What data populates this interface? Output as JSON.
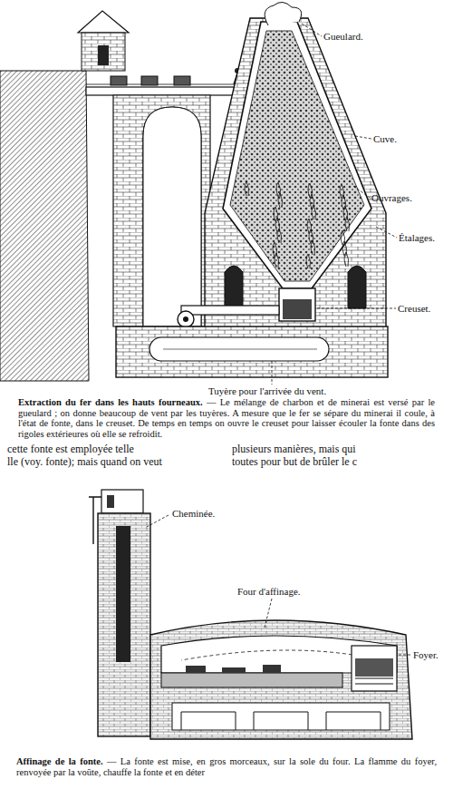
{
  "diagram": {
    "labels": [
      "Gueulard.",
      "Cuve.",
      "Ouvrages.",
      "Étalages.",
      "Creuset.",
      "Tuyère pour l'arrivée du vent.",
      "Extraction du fer dans les hauts fourneaux.",
      "— Le mélange de charbon et de minerai est versé par le gueulard ; on donne beaucoup de vent par les tuyères. A mesure que le fer se sépare du minerai il coule, à l'état de fonte, dans le creuset. De temps en temps on ouvre le creuset pour laisser écouler la fonte dans des rigoles extérieures où elle se refroidit.",
      "cette fonte est employée telle",
      "lle (voy. fonte); mais quand on veut",
      "plusieurs manières, mais qui",
      "toutes pour but de brûler le c",
      "Cheminée.",
      "Four d'affinage.",
      "Foyer.",
      "Affinage de la fonte.",
      "— La fonte est mise, en gros morceaux, sur la sole du four. La flamme du foyer, renvoyée par la voûte, chauffe la fonte et en déter"
    ]
  }
}
